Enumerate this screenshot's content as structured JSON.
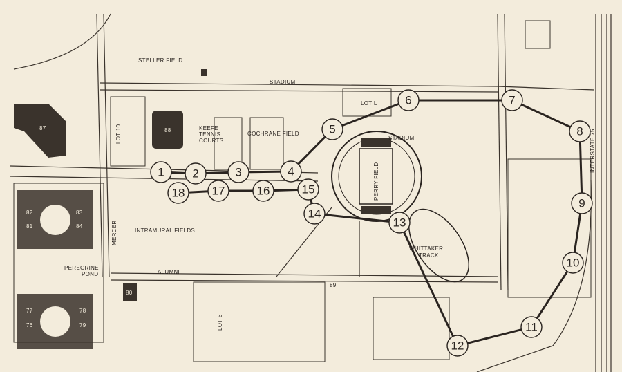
{
  "map": {
    "labels": {
      "steller_field": "STELLER FIELD",
      "stadium_road": "STADIUM",
      "lot_l": "LOT L",
      "stadium": "STADIUM",
      "keefe_1": "KEEFE",
      "keefe_2": "TENNIS",
      "keefe_3": "COURTS",
      "cochrane_field": "COCHRANE FIELD",
      "perry_field": "PERRY FIELD",
      "lot_10": "LOT 10",
      "intramural_fields": "INTRAMURAL FIELDS",
      "mercer": "MERCER",
      "alumni": "ALUMNI",
      "peregrine_1": "PEREGRINE",
      "peregrine_2": "POND",
      "lot_6": "LOT 6",
      "whittaker_1": "WHITTAKER",
      "whittaker_2": "TRACK",
      "interstate": "INTERSTATE 75"
    },
    "buildings": {
      "b87": "87",
      "b88": "88",
      "b80": "80",
      "b89": "89",
      "b82": "82",
      "b83": "83",
      "b81": "81",
      "b84": "84",
      "b77": "77",
      "b78": "78",
      "b76": "76",
      "b79": "79"
    },
    "route_stops": [
      "1",
      "2",
      "3",
      "4",
      "5",
      "6",
      "7",
      "8",
      "9",
      "10",
      "11",
      "12",
      "13",
      "14",
      "15",
      "16",
      "17",
      "18"
    ]
  }
}
